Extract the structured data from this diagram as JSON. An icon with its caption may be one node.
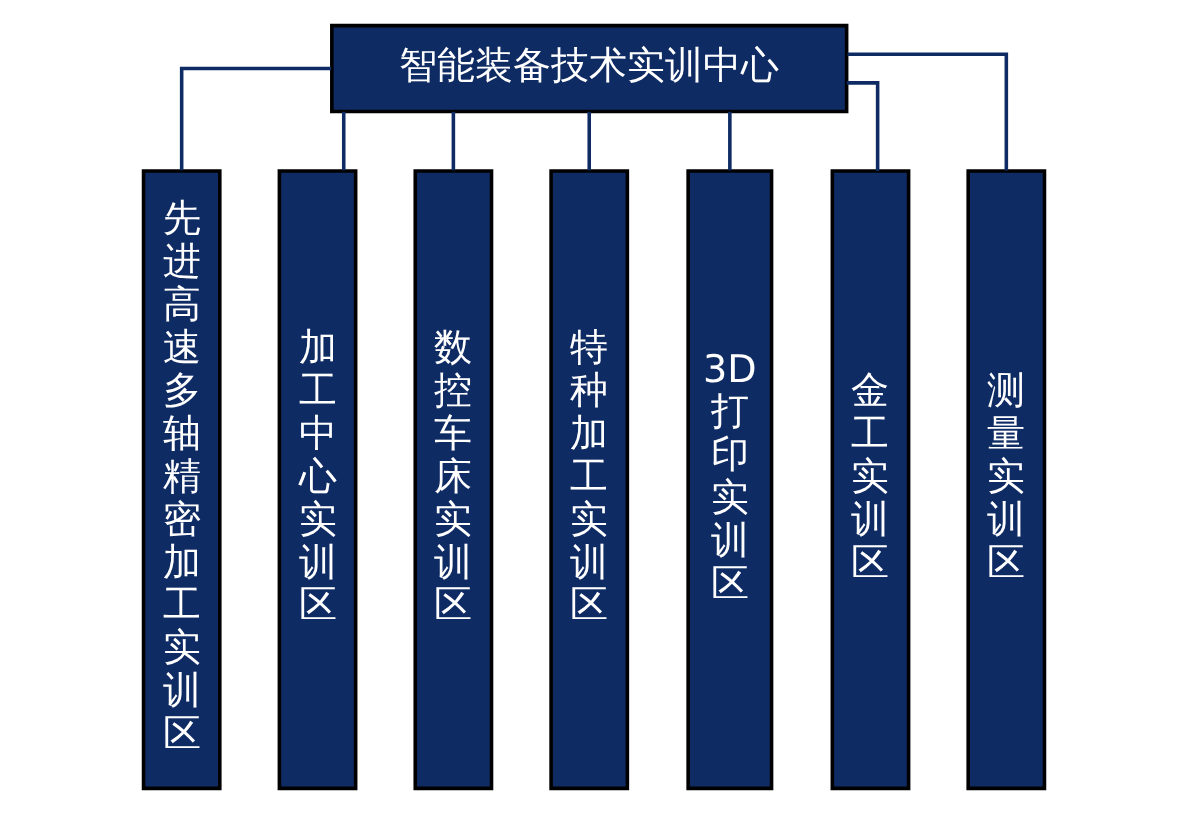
{
  "diagram": {
    "nodes": [
      {
        "text": [
          "智能装备技术实训中心"
        ]
      },
      {
        "text": [
          "先进高速多轴精密加工实训区"
        ]
      },
      {
        "text": [
          "加工中心实训区"
        ]
      },
      {
        "text": [
          "数控车床实训区"
        ]
      },
      {
        "text": [
          "特种加工实训区"
        ]
      },
      {
        "text": [
          "3D打印实训区"
        ]
      },
      {
        "text": [
          "金工实训区"
        ]
      },
      {
        "text": [
          "测量实训区"
        ]
      }
    ],
    "edges": [
      {
        "from": 0,
        "to": 1,
        "arrow": "none"
      },
      {
        "from": 0,
        "to": 2,
        "arrow": "none"
      },
      {
        "from": 0,
        "to": 3,
        "arrow": "none"
      },
      {
        "from": 0,
        "to": 4,
        "arrow": "none"
      },
      {
        "from": 0,
        "to": 5,
        "arrow": "none"
      },
      {
        "from": 0,
        "to": 6,
        "arrow": "none"
      },
      {
        "from": 0,
        "to": 7,
        "arrow": "none"
      }
    ]
  }
}
